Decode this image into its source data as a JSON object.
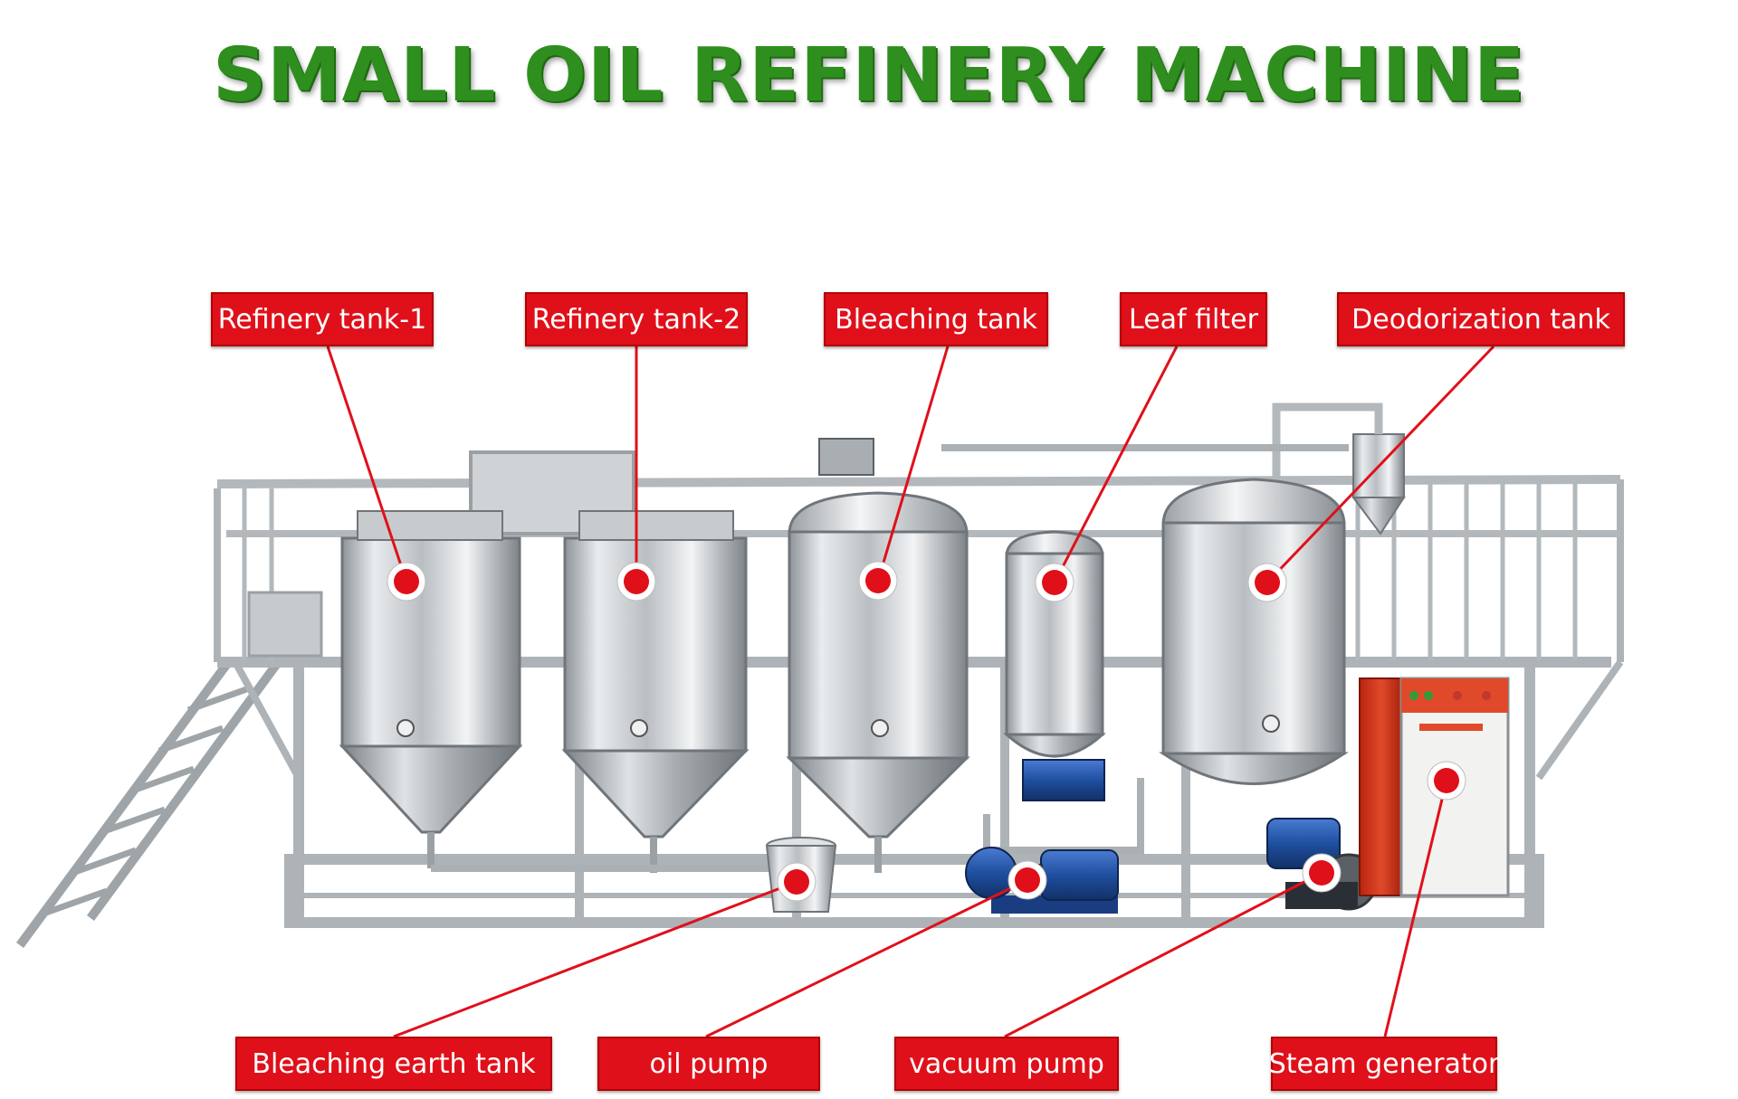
{
  "title": "SMALL OIL REFINERY MACHINE",
  "colors": {
    "title_green": "#2f8f1e",
    "label_red": "#e0101a",
    "steel": "#c9cdd1",
    "motor_blue": "#1f4fa0",
    "generator_red": "#d9321a"
  },
  "labels_top": [
    {
      "id": "refinery-tank-1",
      "text": "Refinery tank-1"
    },
    {
      "id": "refinery-tank-2",
      "text": "Refinery tank-2"
    },
    {
      "id": "bleaching-tank",
      "text": "Bleaching tank"
    },
    {
      "id": "leaf-filter",
      "text": "Leaf filter"
    },
    {
      "id": "deodorization-tank",
      "text": "Deodorization tank"
    }
  ],
  "labels_bottom": [
    {
      "id": "bleaching-earth-tank",
      "text": "Bleaching earth tank"
    },
    {
      "id": "oil-pump",
      "text": "oil pump"
    },
    {
      "id": "vacuum-pump",
      "text": "vacuum pump"
    },
    {
      "id": "steam-generator",
      "text": "Steam generator"
    }
  ]
}
